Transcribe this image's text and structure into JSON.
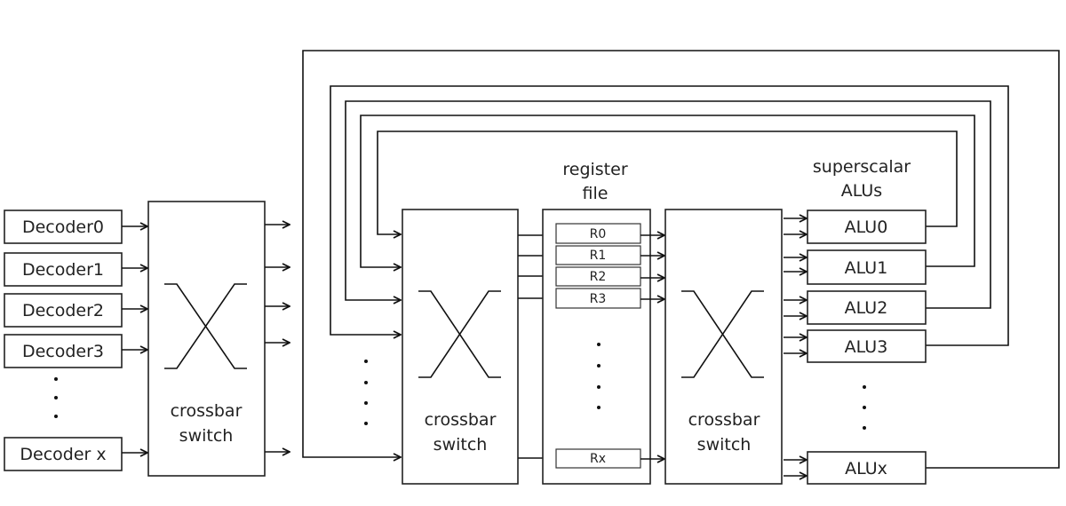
{
  "decoders": [
    "Decoder0",
    "Decoder1",
    "Decoder2",
    "Decoder3",
    "Decoder x"
  ],
  "crossbar_label": [
    "crossbar",
    "switch"
  ],
  "register_file": {
    "title": [
      "register",
      "file"
    ],
    "registers": [
      "R0",
      "R1",
      "R2",
      "R3",
      "Rx"
    ]
  },
  "alus": {
    "title": [
      "superscalar",
      "ALUs"
    ],
    "units": [
      "ALU0",
      "ALU1",
      "ALU2",
      "ALU3",
      "ALUx"
    ]
  }
}
